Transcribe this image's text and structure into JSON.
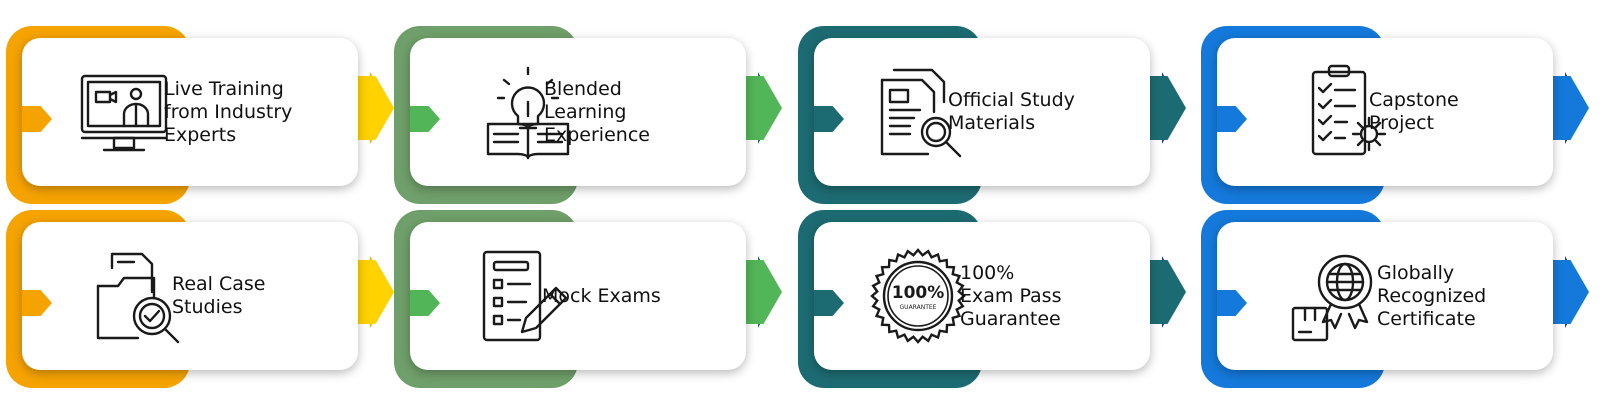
{
  "colors": {
    "orange": "#f5a300",
    "yellow": "#ffd200",
    "green_back": "#6f9f6a",
    "green_arrow": "#52b557",
    "teal": "#1d6b72",
    "blue": "#1479da"
  },
  "features": [
    {
      "label": "Live Training\nfrom Industry\nExperts",
      "icon": "video-lecture-monitor-icon",
      "theme": "orange"
    },
    {
      "label": "Blended\nLearning\nExperience",
      "icon": "lightbulb-book-icon",
      "theme": "green"
    },
    {
      "label": "Official Study\nMaterials",
      "icon": "documents-magnifier-icon",
      "theme": "teal"
    },
    {
      "label": "Capstone\nProject",
      "icon": "checklist-gear-icon",
      "theme": "blue"
    },
    {
      "label": "Real Case\nStudies",
      "icon": "folder-check-magnifier-icon",
      "theme": "orange"
    },
    {
      "label": "Mock Exams",
      "icon": "exam-sheet-pencil-icon",
      "theme": "green"
    },
    {
      "label": "100%\nExam Pass\nGuarantee",
      "icon": "guarantee-seal-icon",
      "theme": "teal"
    },
    {
      "label": "Globally\nRecognized\nCertificate",
      "icon": "globe-certificate-badge-icon",
      "theme": "blue"
    }
  ],
  "seal": {
    "top": "100%",
    "bottom": "GUARANTEE"
  }
}
